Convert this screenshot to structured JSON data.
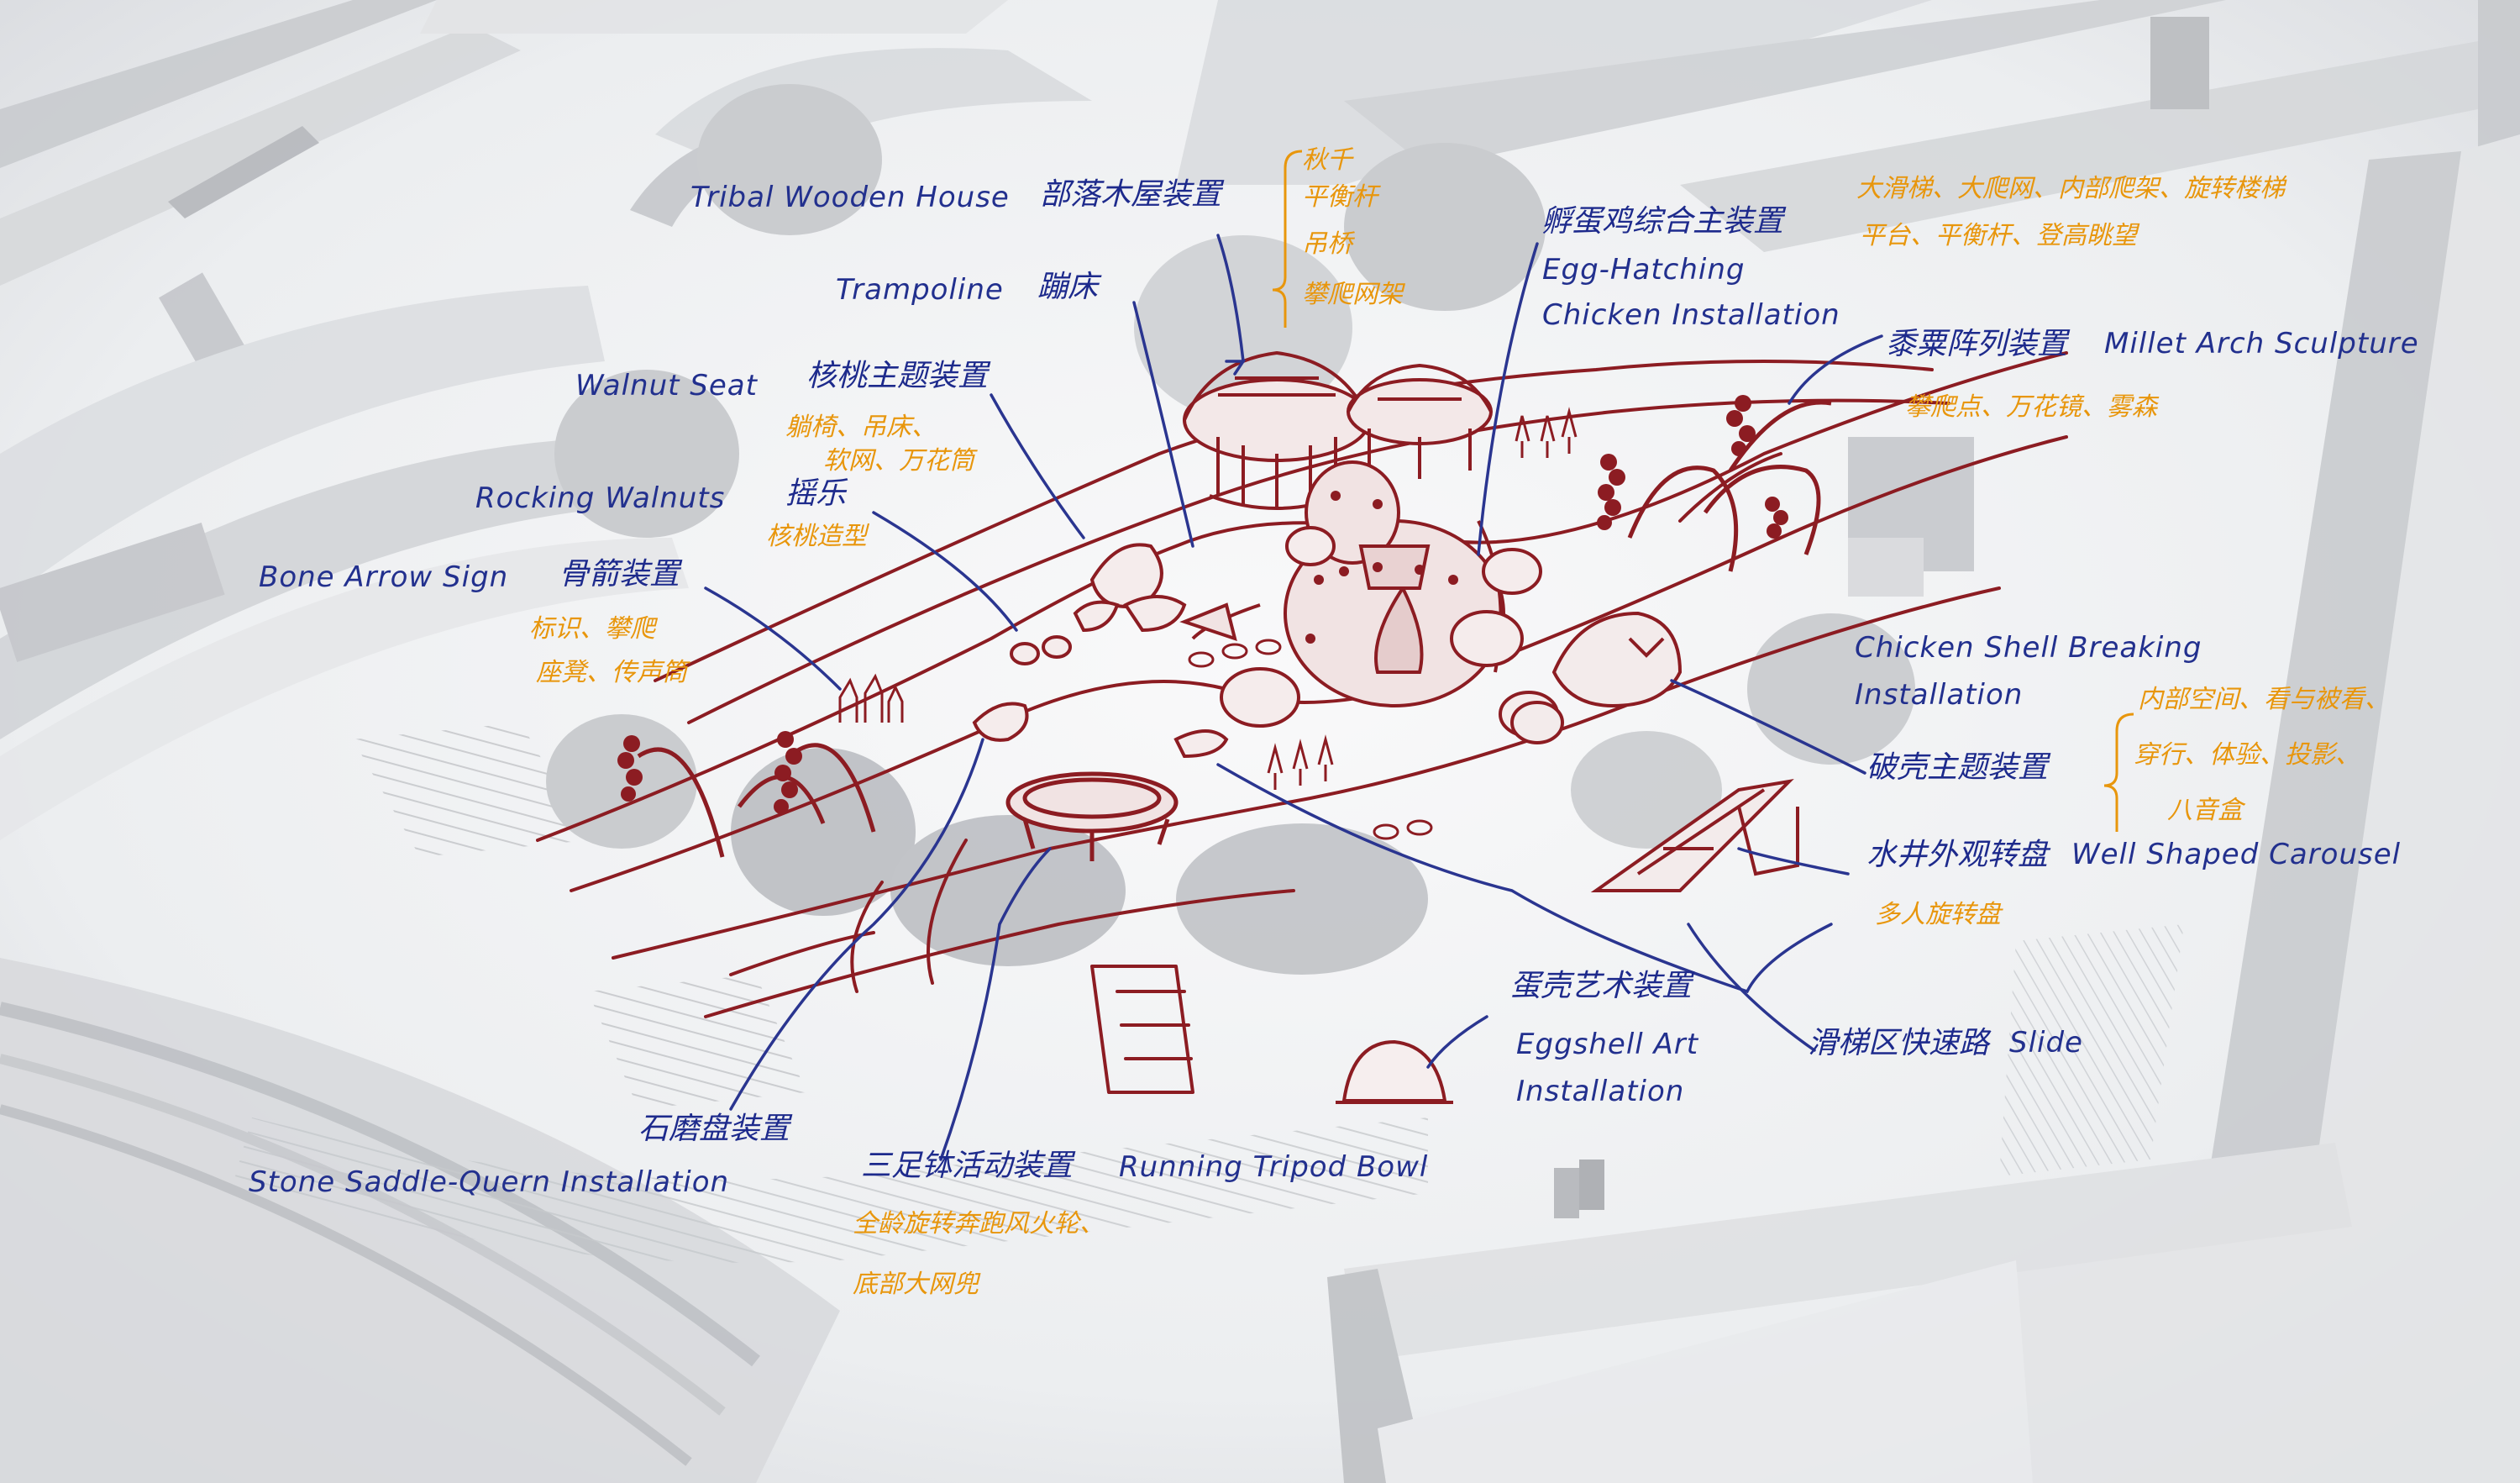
{
  "colors": {
    "background": "#eeeff1",
    "sketch_red": "#8c1c22",
    "leader_blue": "#2a3590",
    "label_blue": "#22308e",
    "note_orange": "#e8960c"
  },
  "labels": {
    "tribal_house": {
      "en": "Tribal Wooden House",
      "zh": "部落木屋装置",
      "notes": [
        "秋千",
        "平衡杆",
        "吊桥",
        "攀爬网架"
      ]
    },
    "trampoline": {
      "en": "Trampoline",
      "zh": "蹦床"
    },
    "walnut_seat": {
      "en": "Walnut Seat",
      "zh": "核桃主题装置",
      "notes": [
        "躺椅、吊床、",
        "软网、万花筒"
      ]
    },
    "rocking_walnuts": {
      "en": "Rocking Walnuts",
      "zh": "摇乐",
      "notes": [
        "核桃造型"
      ]
    },
    "bone_arrow": {
      "en": "Bone Arrow Sign",
      "zh": "骨箭装置",
      "notes": [
        "标识、攀爬",
        "座凳、传声筒"
      ]
    },
    "egg_hatching": {
      "zh": "孵蛋鸡综合主装置",
      "en1": "Egg-Hatching",
      "en2": "Chicken Installation",
      "notes": [
        "大滑梯、大爬网、内部爬架、旋转楼梯",
        "平台、平衡杆、登高眺望"
      ]
    },
    "millet_arch": {
      "zh": "黍粟阵列装置",
      "en": "Millet Arch Sculpture",
      "notes": [
        "攀爬点、万花镜、雾森"
      ]
    },
    "chicken_shell": {
      "en1": "Chicken Shell Breaking",
      "en2": "Installation",
      "zh": "破壳主题装置",
      "notes": [
        "内部空间、看与被看、",
        "穿行、体验、投影、",
        "八音盒"
      ]
    },
    "well_carousel": {
      "zh": "水井外观转盘",
      "en": "Well Shaped Carousel",
      "notes": [
        "多人旋转盘"
      ]
    },
    "eggshell_art": {
      "zh": "蛋壳艺术装置",
      "en1": "Eggshell Art",
      "en2": "Installation"
    },
    "slide": {
      "zh": "滑梯区快速路",
      "en": "Slide"
    },
    "stone_quern": {
      "zh": "石磨盘装置",
      "en": "Stone Saddle-Quern Installation"
    },
    "tripod_bowl": {
      "zh": "三足钵活动装置",
      "en": "Running Tripod Bowl",
      "notes": [
        "全龄旋转奔跑风火轮、",
        "底部大网兜"
      ]
    }
  }
}
